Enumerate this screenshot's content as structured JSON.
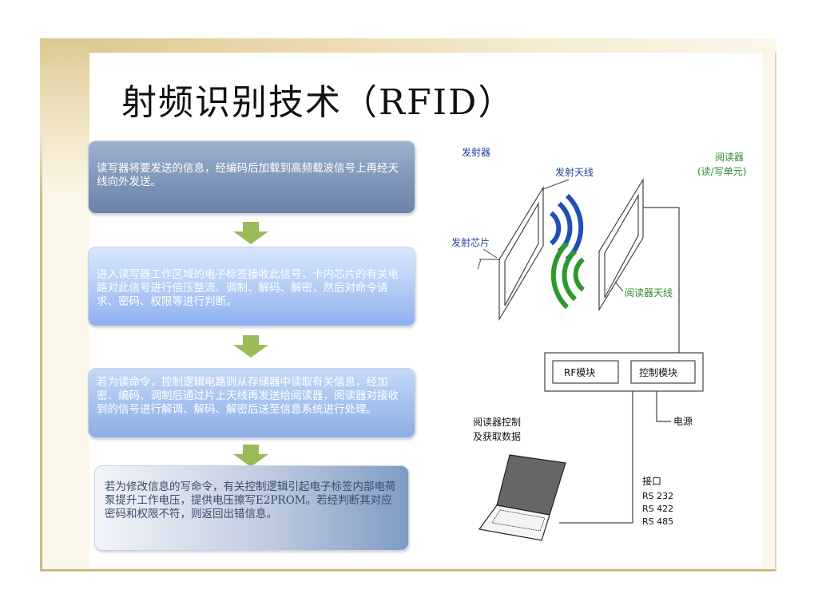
{
  "slide": {
    "title": "射频识别技术（RFID）"
  },
  "steps": [
    {
      "text": "读写器将要发送的信息，经编码后加载到高频载波信号上再经天线向外发送。"
    },
    {
      "text": "进入读写器工作区域的电子标签接收此信号，卡内芯片的有关电路对此信号进行倍压整流、调制、解码、解密，然后对命令请求、密码、权限等进行判断。"
    },
    {
      "text": "若为读命令，控制逻辑电路则从存储器中读取有关信息，经加密、编码、调制后通过片上天线再发送给阅读器，阅读器对接收到的信号进行解调、解码、解密后送至信息系统进行处理。"
    },
    {
      "text": "若为修改信息的写命令，有关控制逻辑引起电子标签内部电荷泵提升工作电压，提供电压擦写E2PROM。若经判断其对应密码和权限不符，则返回出错信息。"
    }
  ],
  "diagram": {
    "transmitter_label": "发射器",
    "transmit_antenna_label": "发射天线",
    "reader_label": "阅读器",
    "reader_sublabel": "(读/写单元)",
    "chip_label": "发射芯片",
    "reader_antenna_label": "阅读器天线",
    "rf_module_label": "RF模块",
    "control_module_label": "控制模块",
    "power_label": "电源",
    "pc_label_line1": "阅读器控制",
    "pc_label_line2": "及获取数据",
    "interface_label": "接口",
    "interfaces": [
      "RS 232",
      "RS 422",
      "RS 485"
    ],
    "colors": {
      "label_blue": "#1f3fa0",
      "label_green": "#2e8b2e",
      "wave_blue": "#1f4fb0",
      "wave_green": "#2a9a2a",
      "arrow_green": "#9bbb59"
    }
  }
}
